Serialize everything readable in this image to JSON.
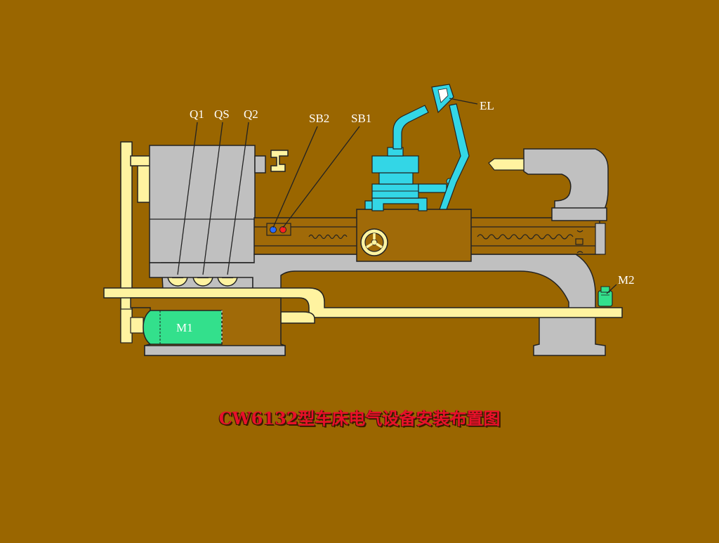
{
  "title": "CW6132型车床电气设备安装布置图",
  "labels": {
    "q1": "Q1",
    "qs": "QS",
    "q2": "Q2",
    "sb2": "SB2",
    "sb1": "SB1",
    "el": "EL",
    "m1": "M1",
    "m2": "M2"
  },
  "colors": {
    "background": "#9a6600",
    "body": "#c0c0c0",
    "bed": "#a06a08",
    "belt": "#fff3a0",
    "motor": "#33e08c",
    "toolpost": "#33d6e6",
    "title": "#e8102a"
  }
}
